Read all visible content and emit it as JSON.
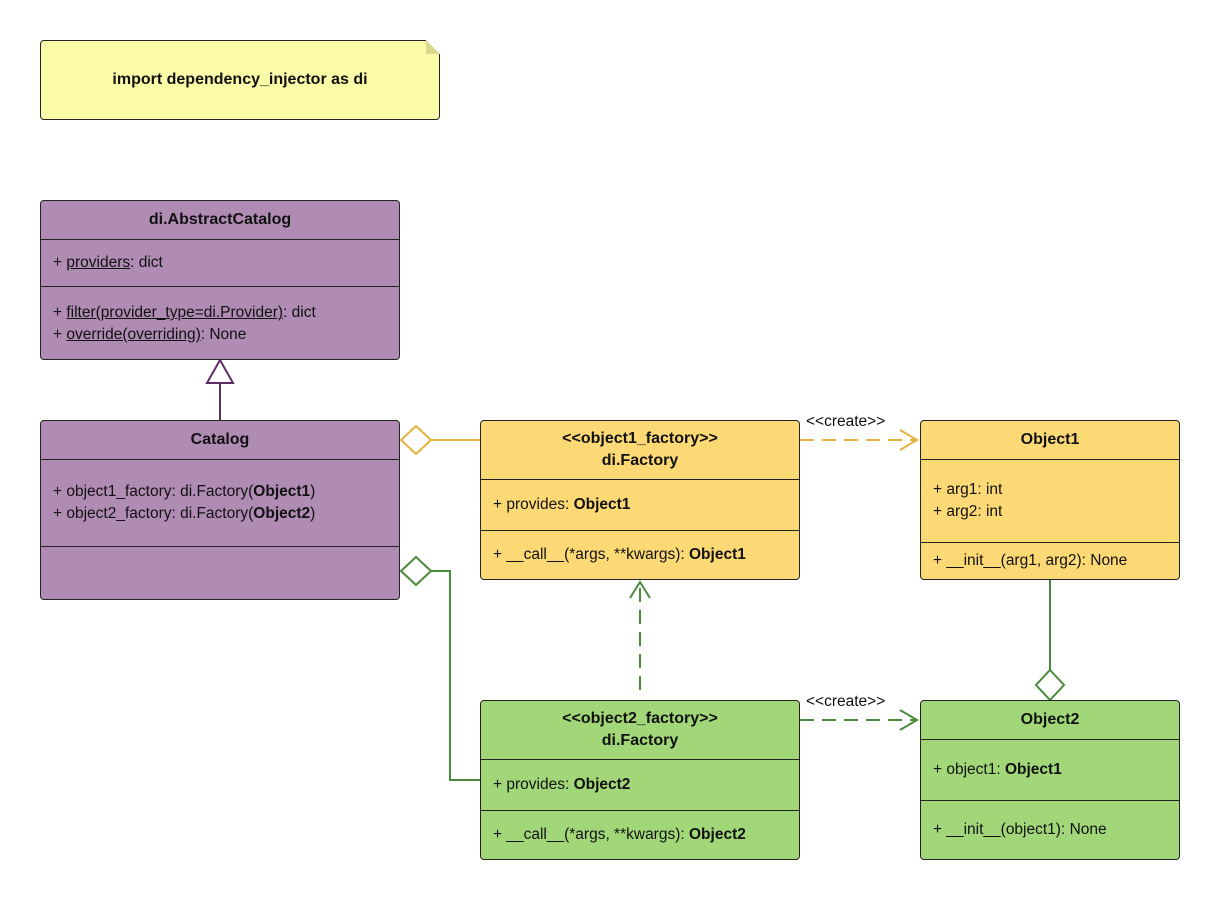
{
  "note": {
    "text": "import dependency_injector as di"
  },
  "abstract_catalog": {
    "title": "di.AbstractCatalog",
    "attr": {
      "prefix": "+ ",
      "name": "providers",
      "suffix": ": dict"
    },
    "methods": [
      {
        "prefix": "+ ",
        "name": "filter(provider_type=di.Provider)",
        "suffix": ": dict"
      },
      {
        "prefix": "+ ",
        "name": "override(overriding)",
        "suffix": ": None"
      }
    ]
  },
  "catalog": {
    "title": "Catalog",
    "attrs": [
      {
        "prefix": "+ object1_factory: di.Factory(",
        "bold": "Object1",
        "suffix": ")"
      },
      {
        "prefix": "+ object2_factory: di.Factory(",
        "bold": "Object2",
        "suffix": ")"
      }
    ]
  },
  "factory1": {
    "stereotype": "<<object1_factory>>",
    "title": "di.Factory",
    "attr": {
      "prefix": "+ provides: ",
      "bold": "Object1"
    },
    "method": {
      "prefix": "+ __call__(*args, **kwargs): ",
      "bold": "Object1"
    }
  },
  "factory2": {
    "stereotype": "<<object2_factory>>",
    "title": "di.Factory",
    "attr": {
      "prefix": "+ provides: ",
      "bold": "Object2"
    },
    "method": {
      "prefix": "+ __call__(*args, **kwargs): ",
      "bold": "Object2"
    }
  },
  "object1": {
    "title": "Object1",
    "attrs": [
      "+ arg1: int",
      "+ arg2: int"
    ],
    "method": "+ __init__(arg1, arg2): None"
  },
  "object2": {
    "title": "Object2",
    "attr": {
      "prefix": "+ object1: ",
      "bold": "Object1"
    },
    "method": "+ __init__(object1): None"
  },
  "labels": {
    "create_1": "<<create>>",
    "create_2": "<<create>>"
  },
  "colors": {
    "purple_fill": "#b08cb4",
    "purple_line": "#5e2d63",
    "yellow_fill": "#fcd974",
    "yellow_line": "#e4b23e",
    "green_fill": "#a1d779",
    "green_line": "#4a8a3a",
    "note_fill": "#fbfba8"
  }
}
